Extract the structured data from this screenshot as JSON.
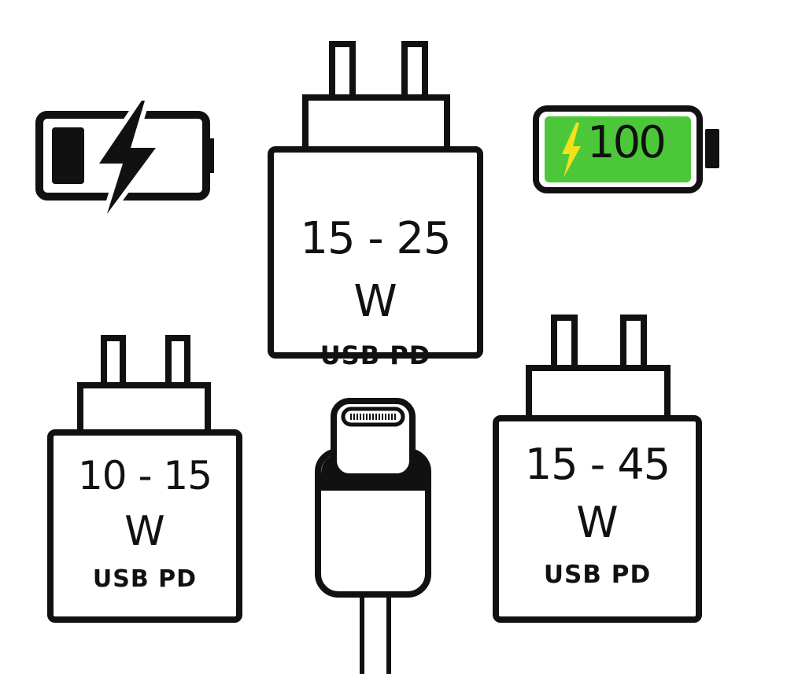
{
  "chargers": [
    {
      "range": "15 - 25",
      "unit": "W",
      "protocol": "USB PD"
    },
    {
      "range": "10 - 15",
      "unit": "W",
      "protocol": "USB PD"
    },
    {
      "range": "15 - 45",
      "unit": "W",
      "protocol": "USB PD"
    }
  ],
  "battery_low": {
    "icon": "battery-charging-icon",
    "fill_level_percent": 15
  },
  "battery_full": {
    "icon": "battery-full-icon",
    "level": "100",
    "fill_color": "#4cc73a",
    "bolt_color": "#f2e21a"
  },
  "cable": {
    "icon": "usb-c-cable-icon"
  },
  "colors": {
    "stroke": "#111111",
    "background": "#ffffff"
  }
}
